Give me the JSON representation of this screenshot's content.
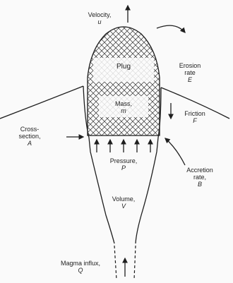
{
  "labels": {
    "velocity": {
      "name": "Velocity,",
      "symbol": "u"
    },
    "erosion": {
      "name1": "Erosion",
      "name2": "rate",
      "symbol": "E"
    },
    "plug": {
      "name": "Plug"
    },
    "mass": {
      "name": "Mass,",
      "symbol": "m"
    },
    "friction": {
      "name": "Friction",
      "symbol": "F"
    },
    "cross_section": {
      "name1": "Cross-",
      "name2": "section,",
      "symbol": "A"
    },
    "pressure": {
      "name": "Pressure,",
      "symbol": "P"
    },
    "accretion": {
      "name1": "Accretion",
      "name2": "rate,",
      "symbol": "B"
    },
    "volume": {
      "name": "Volume,",
      "symbol": "V"
    },
    "magma_influx": {
      "name": "Magma influx,",
      "symbol": "Q"
    }
  },
  "colors": {
    "ink": "#1e1e1e",
    "paper": "#fafafa"
  }
}
